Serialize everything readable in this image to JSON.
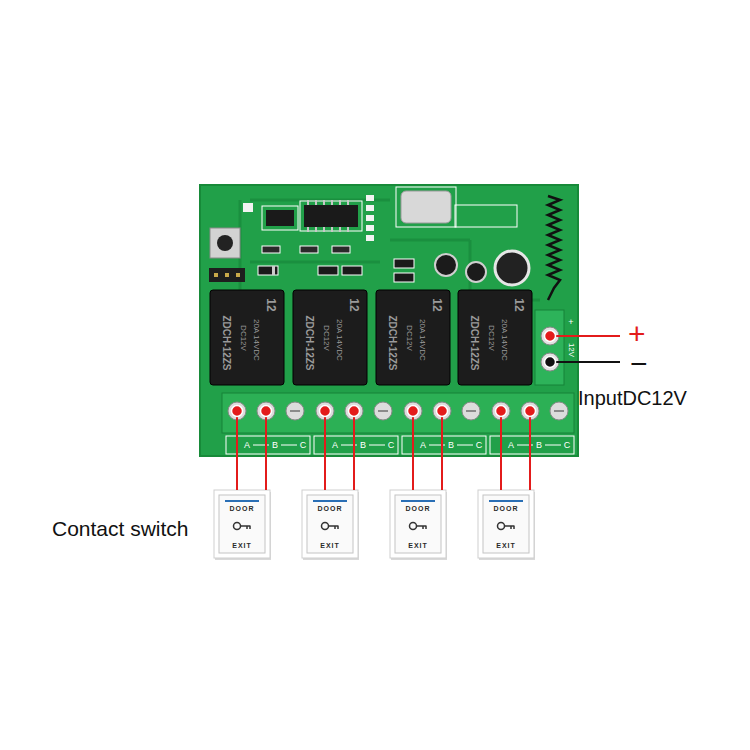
{
  "diagram": {
    "nodes": [
      {
        "text": [
          "DOOR",
          "EXIT"
        ]
      },
      {
        "text": [
          "DOOR",
          "EXIT"
        ]
      },
      {
        "text": [
          "DOOR",
          "EXIT"
        ]
      },
      {
        "text": [
          "DOOR",
          "EXIT"
        ]
      }
    ],
    "labels": [
      "Contact switch",
      "+",
      "−",
      "InputDC12V",
      "12V",
      "+",
      "A",
      "B",
      "C",
      "A",
      "B",
      "C",
      "A",
      "B",
      "C",
      "A",
      "B",
      "C",
      "12",
      "ZDCH-12ZS",
      "DC12V",
      "20A 14VDC",
      "12",
      "ZDCH-12ZS",
      "DC12V",
      "20A 14VDC",
      "12",
      "ZDCH-12ZS",
      "DC12V",
      "20A 14VDC",
      "12",
      "ZDCH-12ZS",
      "DC12V",
      "20A 14VDC"
    ]
  }
}
